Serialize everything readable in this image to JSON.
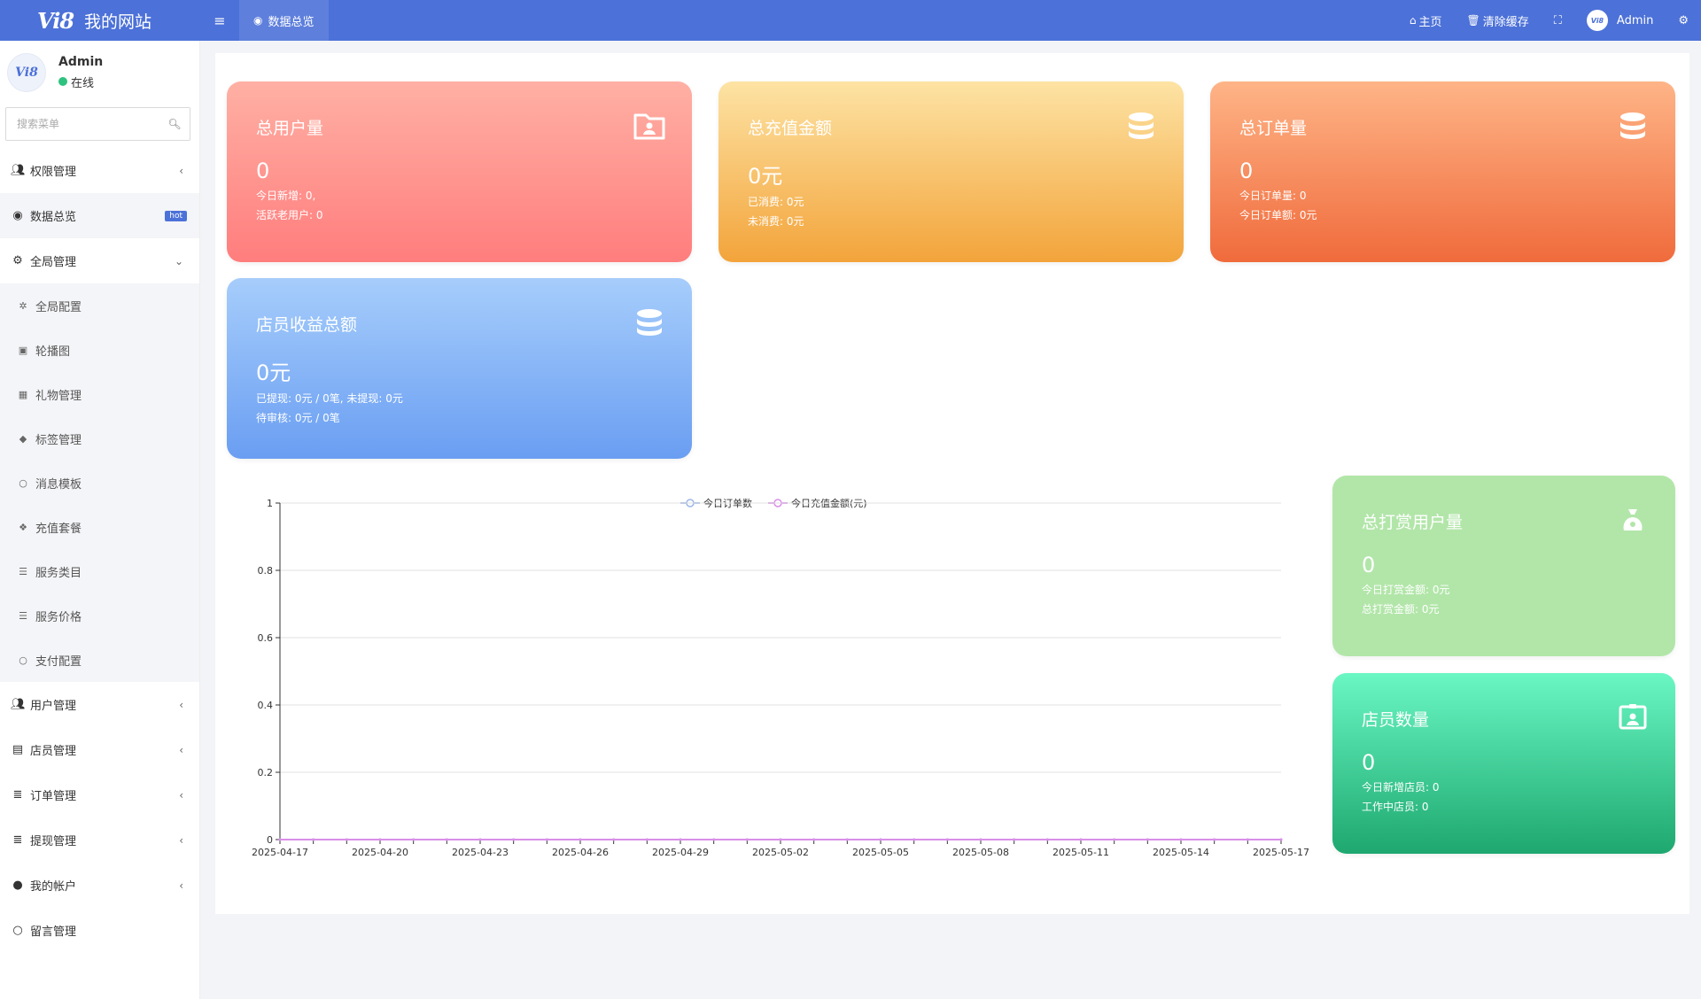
{
  "header": {
    "logo": "Vi8",
    "site_name": "我的网站",
    "menu_toggle_icon": "hamburger-icon",
    "tab": "数据总览",
    "links": {
      "home": "主页",
      "clear_cache": "清除缓存"
    },
    "user": "Admin",
    "avatar_text": "Vi8"
  },
  "sidebar": {
    "user": {
      "name": "Admin",
      "status": "在线",
      "avatar_text": "Vi8"
    },
    "search_placeholder": "搜索菜单",
    "menu": {
      "permission": "权限管理",
      "dashboard": "数据总览",
      "dashboard_badge": "hot",
      "global": "全局管理",
      "sub": {
        "config": "全局配置",
        "carousel": "轮播图",
        "gift": "礼物管理",
        "tag": "标签管理",
        "message": "消息模板",
        "recharge": "充值套餐",
        "category": "服务类目",
        "price": "服务价格",
        "payment": "支付配置"
      },
      "user": "用户管理",
      "staff": "店员管理",
      "order": "订单管理",
      "withdraw": "提现管理",
      "account": "我的帐户",
      "message_board": "留言管理"
    }
  },
  "cards": {
    "users": {
      "title": "总用户量",
      "value": "0",
      "line1": "今日新增: 0,",
      "line2": "活跃老用户: 0"
    },
    "recharge": {
      "title": "总充值金额",
      "value": "0元",
      "line1": "已消费: 0元",
      "line2": "未消费: 0元"
    },
    "orders": {
      "title": "总订单量",
      "value": "0",
      "line1": "今日订单量: 0",
      "line2": "今日订单额: 0元"
    },
    "staff_income": {
      "title": "店员收益总额",
      "value": "0元",
      "line1": "已提现: 0元 / 0笔, 未提现: 0元",
      "line2": "待审核: 0元 / 0笔"
    },
    "tips": {
      "title": "总打赏用户量",
      "value": "0",
      "line1": "今日打赏金额: 0元",
      "line2": "总打赏金额: 0元"
    },
    "staff_count": {
      "title": "店员数量",
      "value": "0",
      "line1": "今日新增店员: 0",
      "line2": "工作中店员: 0"
    }
  },
  "chart_data": {
    "type": "line",
    "x": [
      "2025-04-17",
      "2025-04-18",
      "2025-04-19",
      "2025-04-20",
      "2025-04-21",
      "2025-04-22",
      "2025-04-23",
      "2025-04-24",
      "2025-04-25",
      "2025-04-26",
      "2025-04-27",
      "2025-04-28",
      "2025-04-29",
      "2025-04-30",
      "2025-05-01",
      "2025-05-02",
      "2025-05-03",
      "2025-05-04",
      "2025-05-05",
      "2025-05-06",
      "2025-05-07",
      "2025-05-08",
      "2025-05-09",
      "2025-05-10",
      "2025-05-11",
      "2025-05-12",
      "2025-05-13",
      "2025-05-14",
      "2025-05-15",
      "2025-05-16",
      "2025-05-17"
    ],
    "tick_labels": [
      "2025-04-17",
      "2025-04-20",
      "2025-04-23",
      "2025-04-26",
      "2025-04-29",
      "2025-05-02",
      "2025-05-05",
      "2025-05-08",
      "2025-05-11",
      "2025-05-14",
      "2025-05-17"
    ],
    "series": [
      {
        "name": "今日订单数",
        "values": [
          0,
          0,
          0,
          0,
          0,
          0,
          0,
          0,
          0,
          0,
          0,
          0,
          0,
          0,
          0,
          0,
          0,
          0,
          0,
          0,
          0,
          0,
          0,
          0,
          0,
          0,
          0,
          0,
          0,
          0,
          0
        ],
        "color": "#9bb6e8"
      },
      {
        "name": "今日充值金额(元)",
        "values": [
          0,
          0,
          0,
          0,
          0,
          0,
          0,
          0,
          0,
          0,
          0,
          0,
          0,
          0,
          0,
          0,
          0,
          0,
          0,
          0,
          0,
          0,
          0,
          0,
          0,
          0,
          0,
          0,
          0,
          0,
          0
        ],
        "color": "#d98ee8"
      }
    ],
    "y_ticks": [
      "0",
      "0.2",
      "0.4",
      "0.6",
      "0.8",
      "1"
    ],
    "ylim": [
      0,
      1
    ],
    "grid": true,
    "legend": "top-center"
  }
}
